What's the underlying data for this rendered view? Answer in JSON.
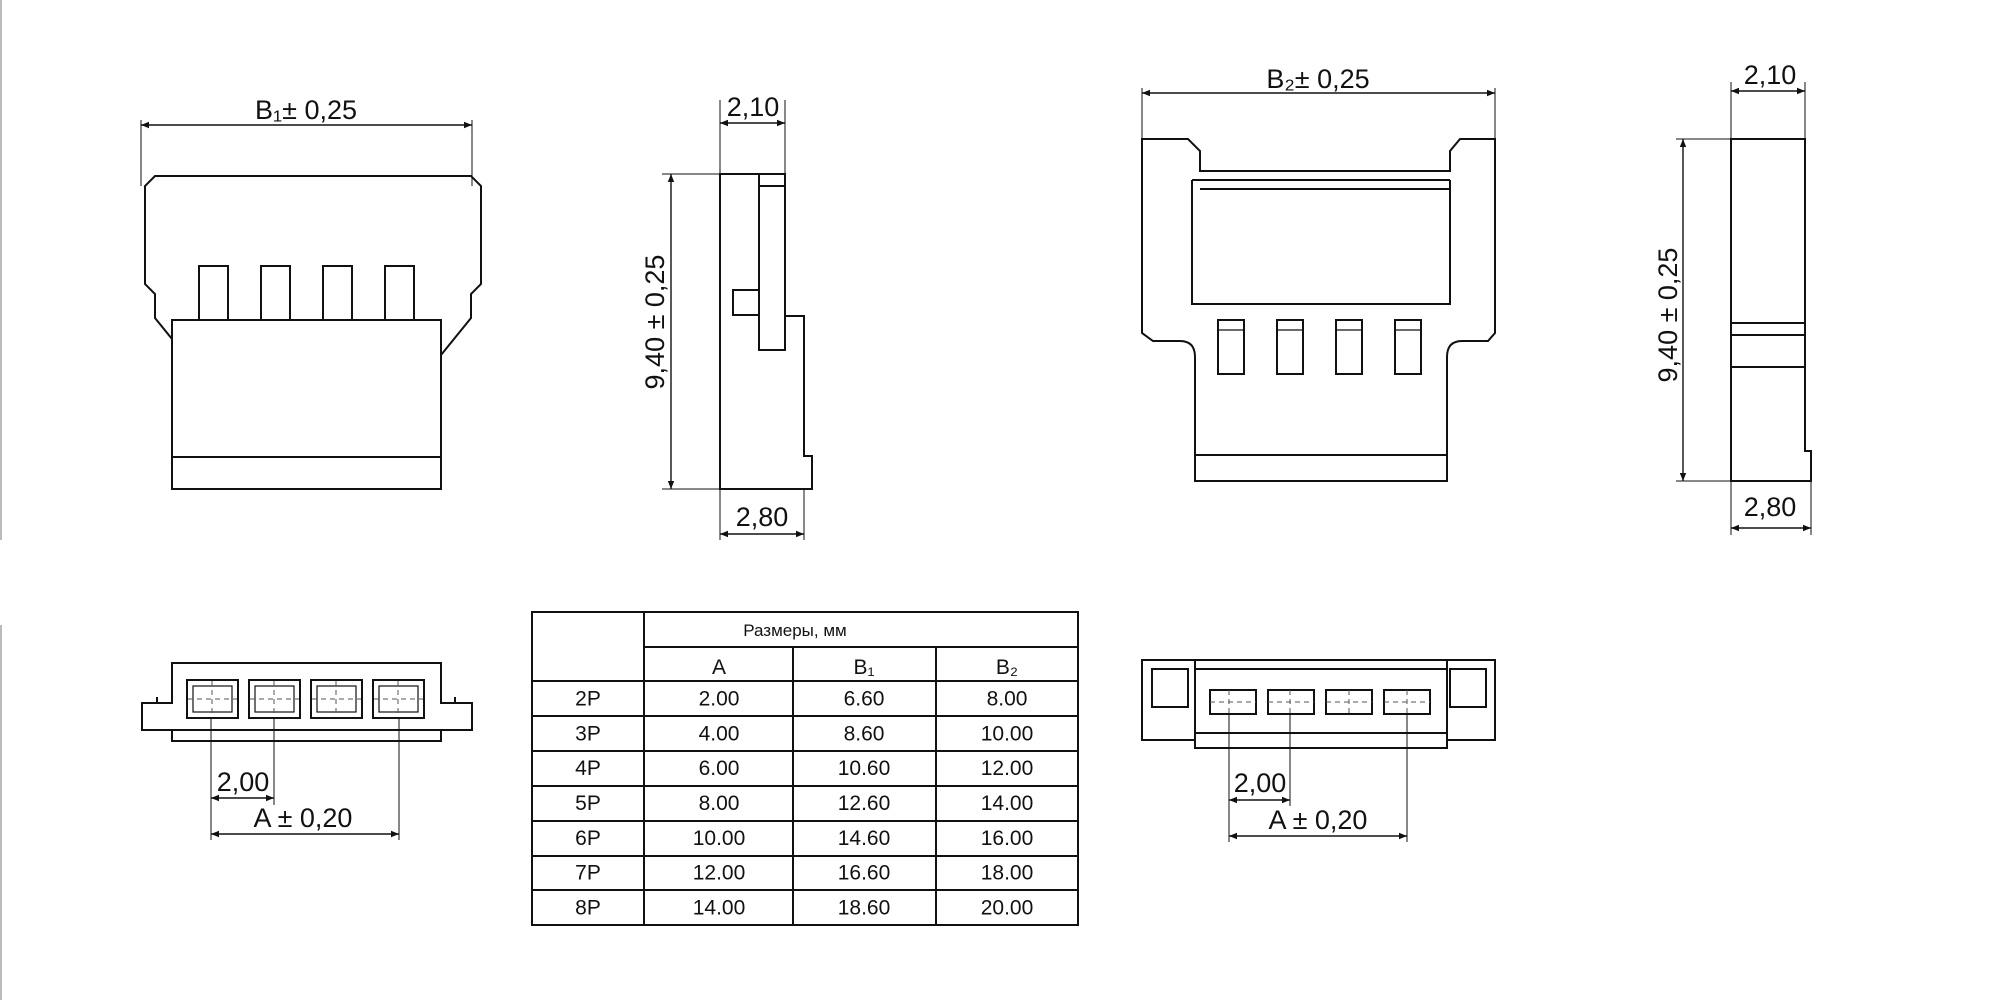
{
  "dimensions": {
    "b1_tol": "B₁± 0,25",
    "b2_tol": "B₂± 0,25",
    "height": "9,40 ± 0,25",
    "height_right": "9,40 ± 0,25",
    "depth_top": "2,10",
    "depth_top_right": "2,10",
    "depth_bottom": "2,80",
    "depth_bottom_right": "2,80",
    "pitch_left": "2,00",
    "pitch_right": "2,00",
    "a_tol_left": "A ± 0,20",
    "a_tol_right": "A ± 0,20"
  },
  "table": {
    "header": "Размеры, мм",
    "columns": [
      "A",
      "B₁",
      "B₂"
    ],
    "rows": [
      {
        "label": "2P",
        "a": "2.00",
        "b1": "6.60",
        "b2": "8.00"
      },
      {
        "label": "3P",
        "a": "4.00",
        "b1": "8.60",
        "b2": "10.00"
      },
      {
        "label": "4P",
        "a": "6.00",
        "b1": "10.60",
        "b2": "12.00"
      },
      {
        "label": "5P",
        "a": "8.00",
        "b1": "12.60",
        "b2": "14.00"
      },
      {
        "label": "6P",
        "a": "10.00",
        "b1": "14.60",
        "b2": "16.00"
      },
      {
        "label": "7P",
        "a": "12.00",
        "b1": "16.60",
        "b2": "18.00"
      },
      {
        "label": "8P",
        "a": "14.00",
        "b1": "18.60",
        "b2": "20.00"
      }
    ]
  }
}
